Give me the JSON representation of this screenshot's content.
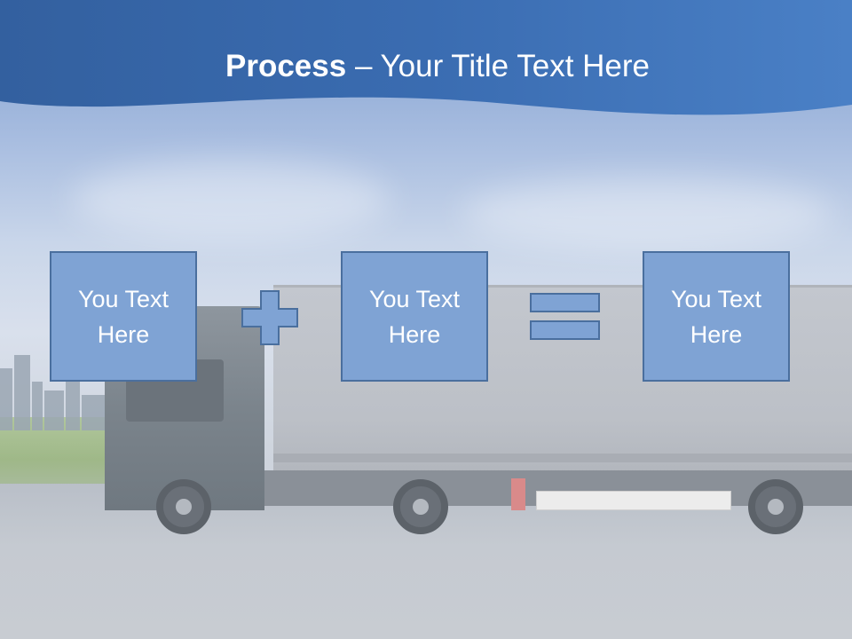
{
  "slide": {
    "title_bold": "Process",
    "title_rest": " – Your Title Text Here"
  },
  "process": {
    "boxes": [
      {
        "text": "You Text Here"
      },
      {
        "text": "You Text Here"
      },
      {
        "text": "You Text Here"
      }
    ],
    "operators": [
      "plus-icon",
      "equals-icon"
    ]
  },
  "colors": {
    "banner": "#3e6fb5",
    "box_fill": "#7fa3d4",
    "box_border": "#4a6f9e",
    "title_text": "#ffffff"
  }
}
